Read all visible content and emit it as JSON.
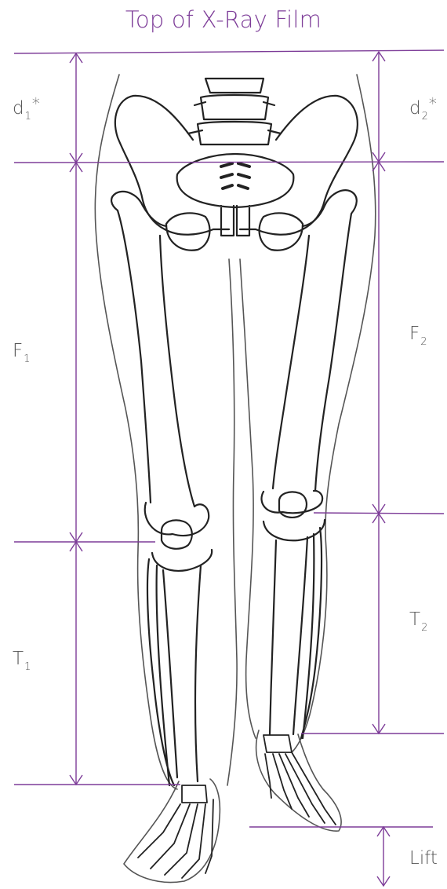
{
  "title": "Top of X-Ray Film",
  "colors": {
    "accent": "#7d3c98",
    "text": "#555555",
    "outline": "#222222"
  },
  "labels": {
    "d1": {
      "main": "d",
      "sub": "1",
      "sup": "*"
    },
    "d2": {
      "main": "d",
      "sub": "2",
      "sup": "*"
    },
    "f1": {
      "main": "F",
      "sub": "1"
    },
    "f2": {
      "main": "F",
      "sub": "2"
    },
    "t1": {
      "main": "T",
      "sub": "1"
    },
    "t2": {
      "main": "T",
      "sub": "2"
    },
    "lift": "Lift"
  }
}
